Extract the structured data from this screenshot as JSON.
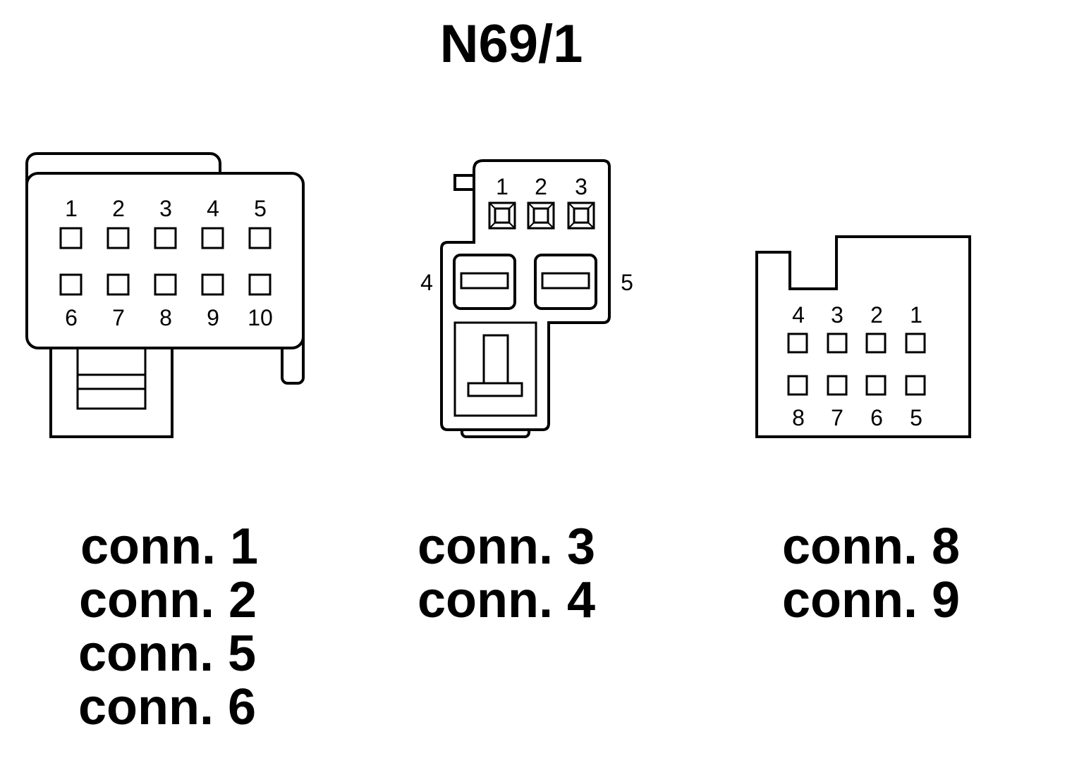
{
  "title": "N69/1",
  "connectors": [
    {
      "top_pins": [
        "1",
        "2",
        "3",
        "4",
        "5"
      ],
      "bottom_pins": [
        "6",
        "7",
        "8",
        "9",
        "10"
      ],
      "captions": [
        "conn. 1",
        "conn. 2",
        "conn. 5",
        "conn. 6"
      ]
    },
    {
      "top_pins": [
        "1",
        "2",
        "3"
      ],
      "left_pin": "4",
      "right_pin": "5",
      "captions": [
        "conn. 3",
        "conn. 4"
      ]
    },
    {
      "top_pins": [
        "4",
        "3",
        "2",
        "1"
      ],
      "bottom_pins": [
        "8",
        "7",
        "6",
        "5"
      ],
      "captions": [
        "conn. 8",
        "conn. 9"
      ]
    }
  ]
}
